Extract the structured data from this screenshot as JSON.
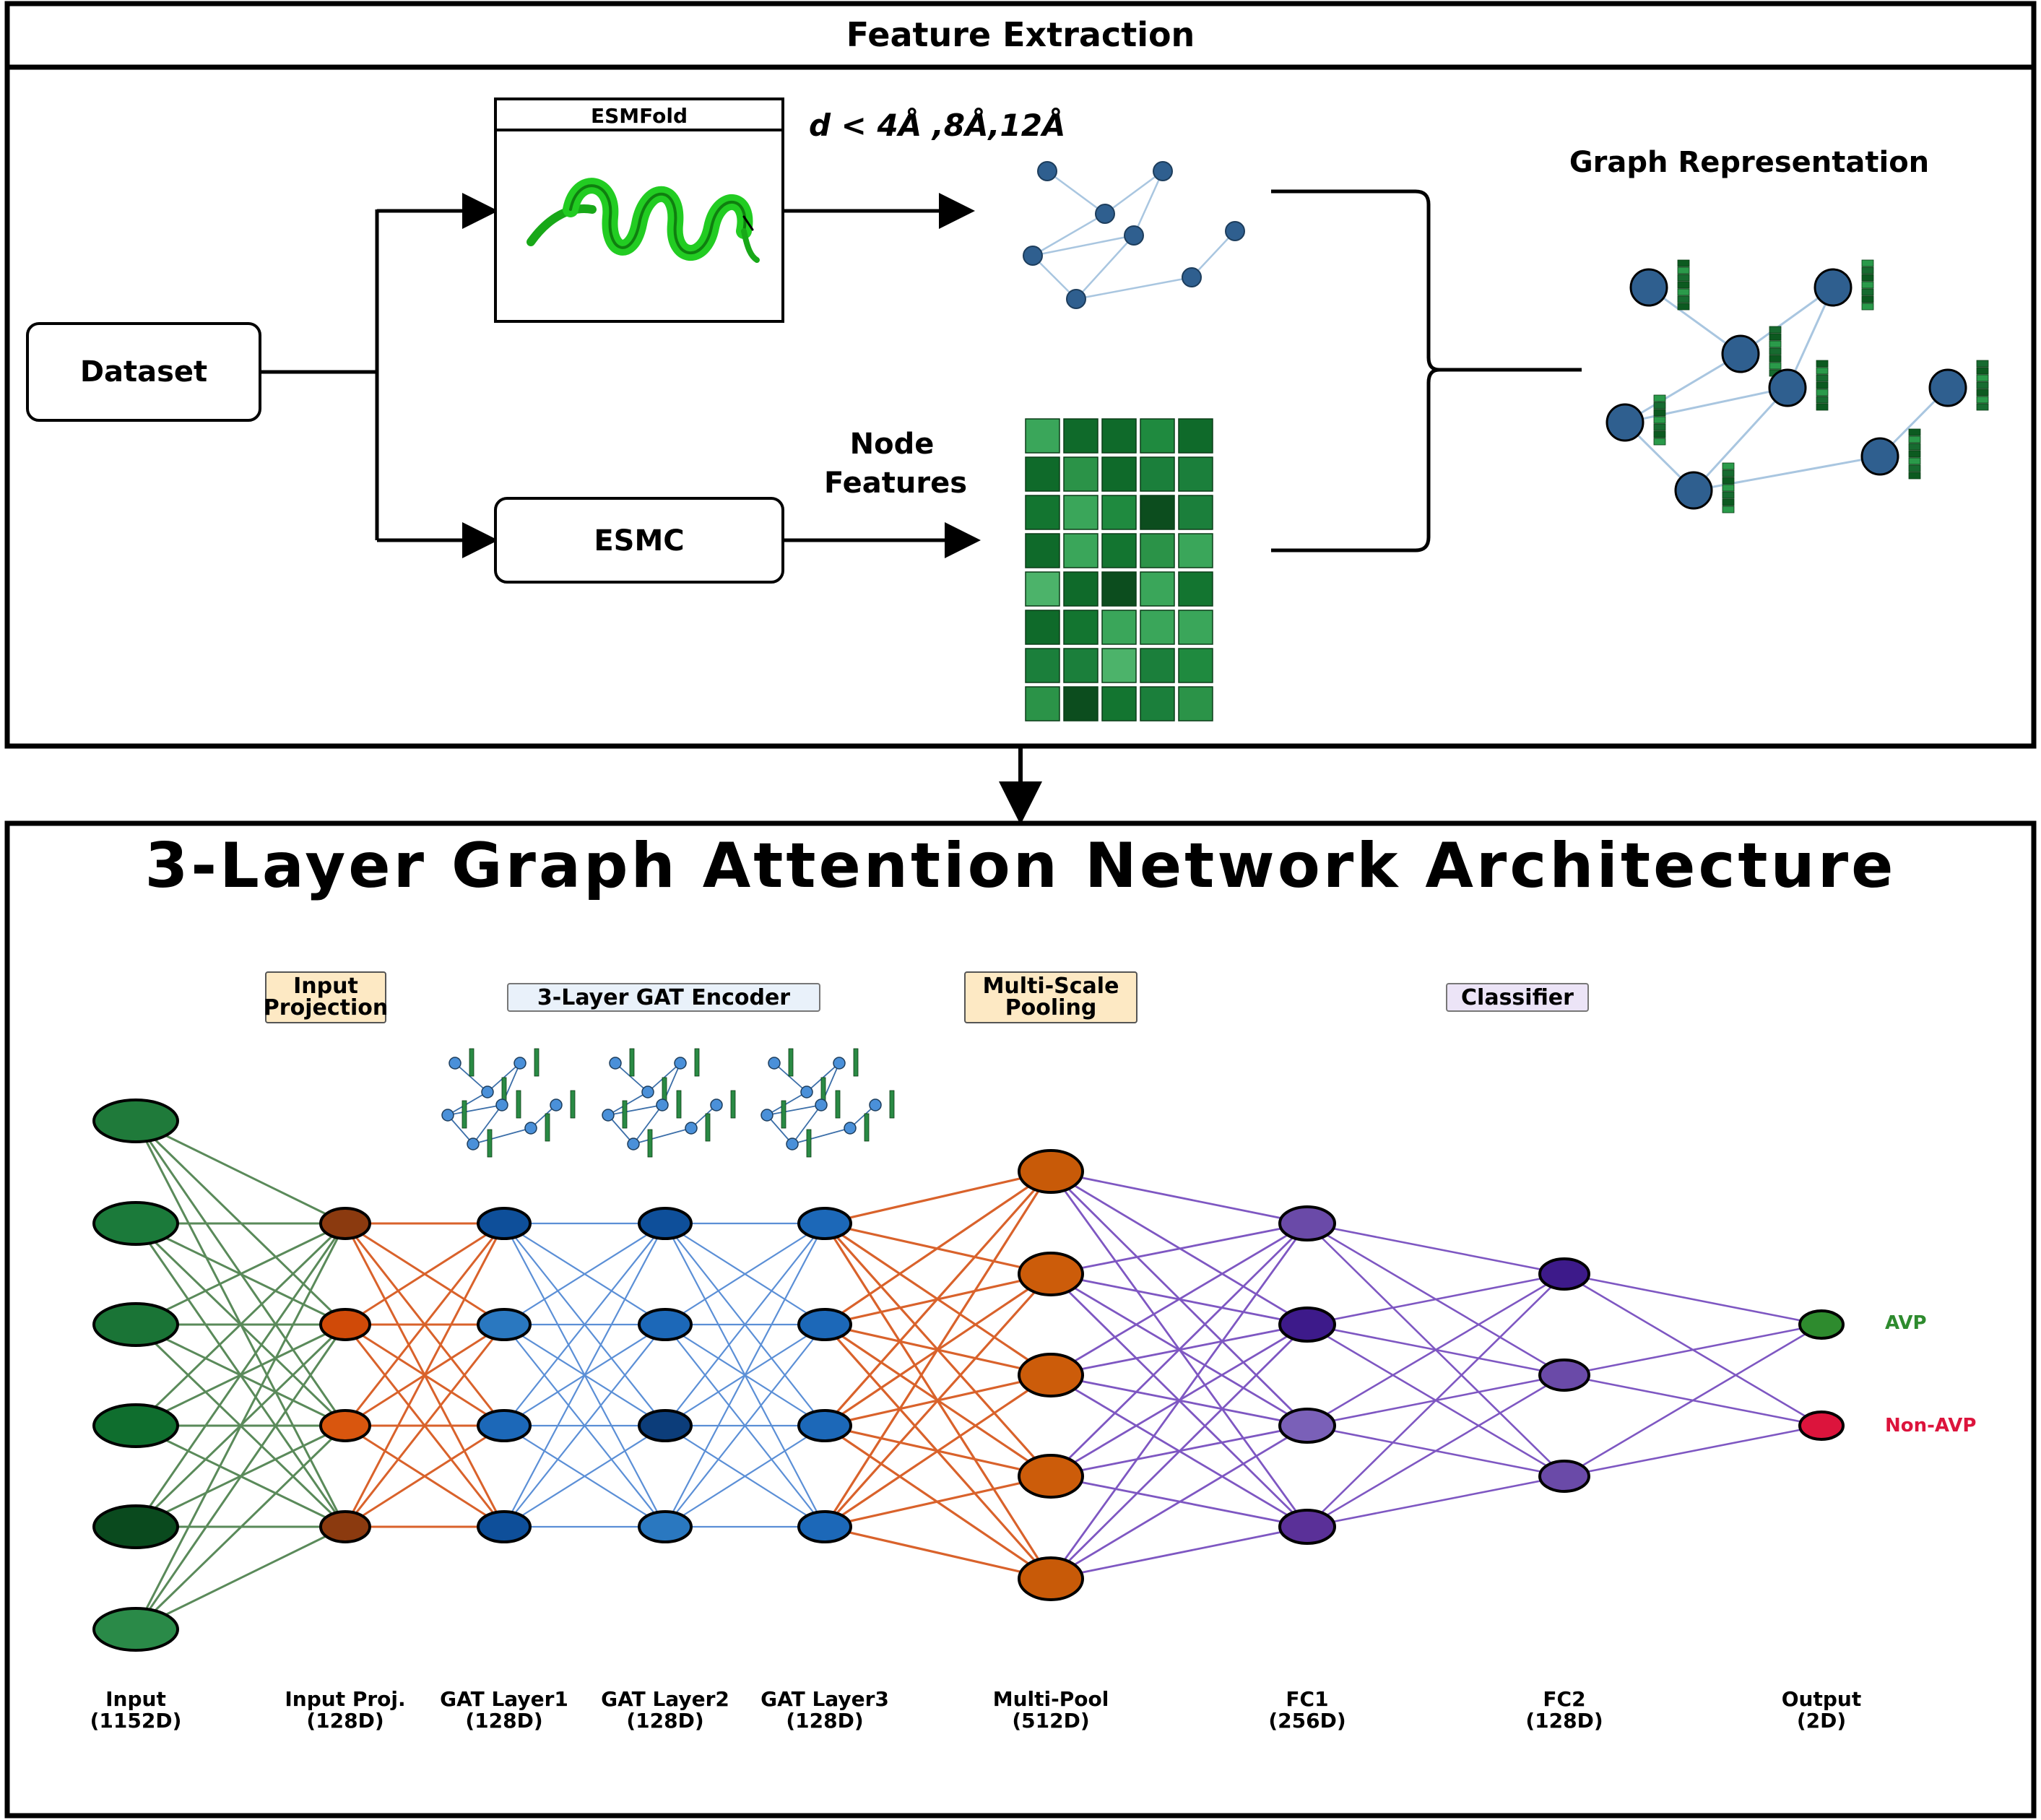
{
  "feature_extraction": {
    "title": "Feature Extraction",
    "dataset_label": "Dataset",
    "esmfold_label": "ESMFold",
    "esmc_label": "ESMC",
    "distance_label": "d < 4Å ,8Å,12Å",
    "node_features_label": [
      "Node",
      "Features"
    ],
    "graph_representation_label": "Graph Representation"
  },
  "architecture": {
    "title": "3-Layer Graph Attention Network Architecture",
    "group_labels": {
      "input_projection": [
        "Input",
        "Projection"
      ],
      "gat_encoder": "3-Layer GAT Encoder",
      "multi_scale_pooling": [
        "Multi-Scale",
        "Pooling"
      ],
      "classifier": "Classifier"
    },
    "layers": [
      {
        "name": "Input",
        "dim": "(1152D)",
        "nodes": 6
      },
      {
        "name": "Input Proj.",
        "dim": "(128D)",
        "nodes": 4
      },
      {
        "name": "GAT Layer1",
        "dim": "(128D)",
        "nodes": 4
      },
      {
        "name": "GAT Layer2",
        "dim": "(128D)",
        "nodes": 4
      },
      {
        "name": "GAT Layer3",
        "dim": "(128D)",
        "nodes": 4
      },
      {
        "name": "Multi-Pool",
        "dim": "(512D)",
        "nodes": 5
      },
      {
        "name": "FC1",
        "dim": "(256D)",
        "nodes": 4
      },
      {
        "name": "FC2",
        "dim": "(128D)",
        "nodes": 3
      },
      {
        "name": "Output",
        "dim": "(2D)",
        "nodes": 2
      }
    ],
    "output_labels": {
      "avp": "AVP",
      "non_avp": "Non-AVP"
    }
  },
  "colors": {
    "green_edge": "#5a8a5a",
    "orange_edge": "#d9622b",
    "blue_edge": "#5b8fd6",
    "purple_edge": "#7e57c2",
    "avp": "#2e8b2e",
    "non_avp": "#dc143c",
    "graph_node": "#2f5f8f",
    "helix": "#22cc22"
  }
}
